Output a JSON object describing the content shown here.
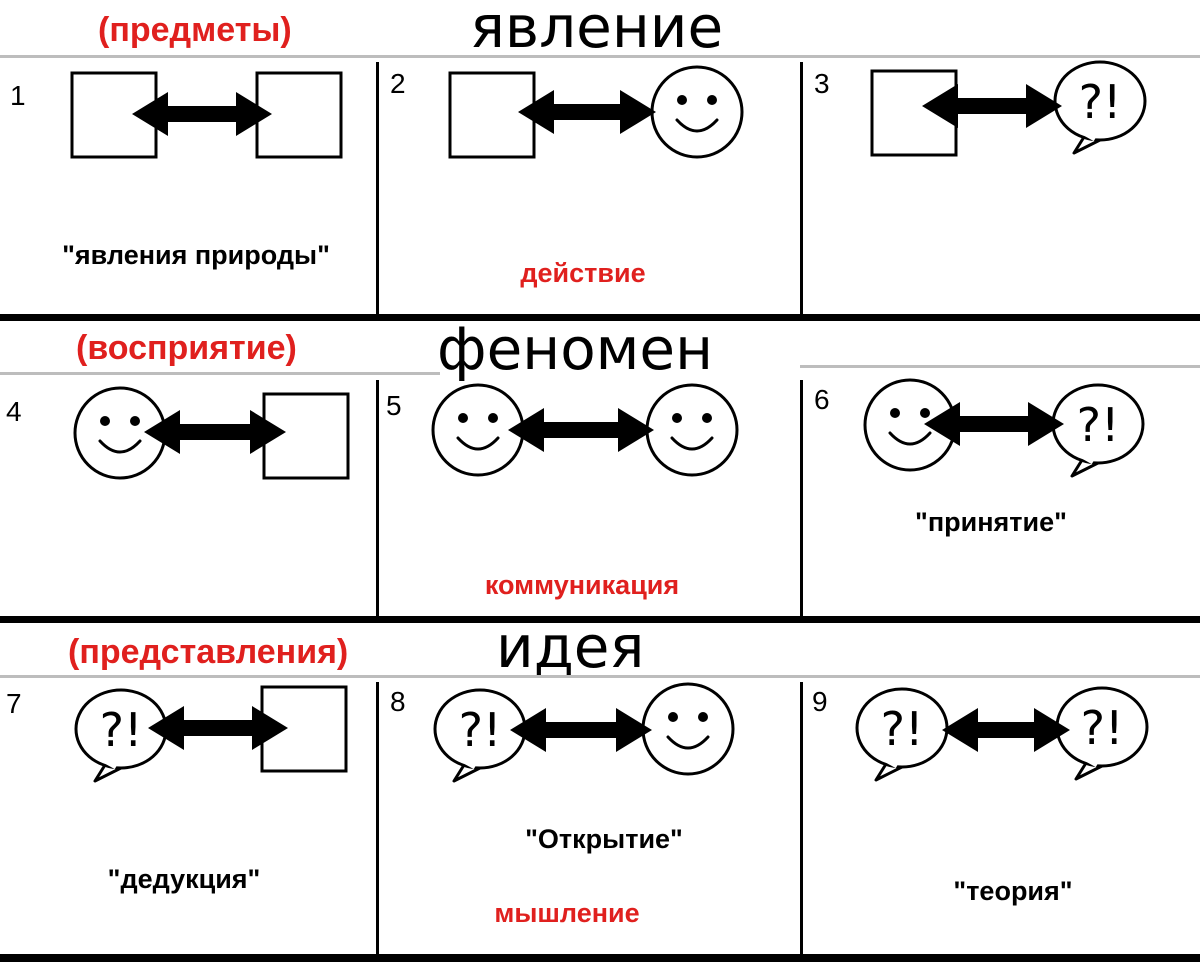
{
  "colors": {
    "accent": "#e0201e",
    "text": "#000000",
    "divider": "#bdbdbd"
  },
  "rows": [
    {
      "title": "явление",
      "subtitle": "(предметы)"
    },
    {
      "title": "феномен",
      "subtitle": "(восприятие)"
    },
    {
      "title": "идея",
      "subtitle": "(представления)"
    }
  ],
  "cells": [
    {
      "number": "1",
      "left": "square-icon",
      "right": "square-icon",
      "captions": [
        {
          "text": "\"явления природы\"",
          "color": "black"
        }
      ]
    },
    {
      "number": "2",
      "left": "square-icon",
      "right": "smiley-icon",
      "captions": [
        {
          "text": "действие",
          "color": "red"
        }
      ]
    },
    {
      "number": "3",
      "left": "square-icon",
      "right": "speech-bubble-icon",
      "captions": []
    },
    {
      "number": "4",
      "left": "smiley-icon",
      "right": "square-icon",
      "captions": []
    },
    {
      "number": "5",
      "left": "smiley-icon",
      "right": "smiley-icon",
      "captions": [
        {
          "text": "коммуникация",
          "color": "red"
        }
      ]
    },
    {
      "number": "6",
      "left": "smiley-icon",
      "right": "speech-bubble-icon",
      "captions": [
        {
          "text": "\"принятие\"",
          "color": "black"
        }
      ]
    },
    {
      "number": "7",
      "left": "speech-bubble-icon",
      "right": "square-icon",
      "captions": [
        {
          "text": "\"дедукция\"",
          "color": "black"
        }
      ]
    },
    {
      "number": "8",
      "left": "speech-bubble-icon",
      "right": "smiley-icon",
      "captions": [
        {
          "text": "\"Открытие\"",
          "color": "black"
        },
        {
          "text": "мышление",
          "color": "red"
        }
      ]
    },
    {
      "number": "9",
      "left": "speech-bubble-icon",
      "right": "speech-bubble-icon",
      "captions": [
        {
          "text": "\"теория\"",
          "color": "black"
        }
      ]
    }
  ],
  "bubble_text": "?!",
  "arrow_icon": "double-arrow-icon"
}
